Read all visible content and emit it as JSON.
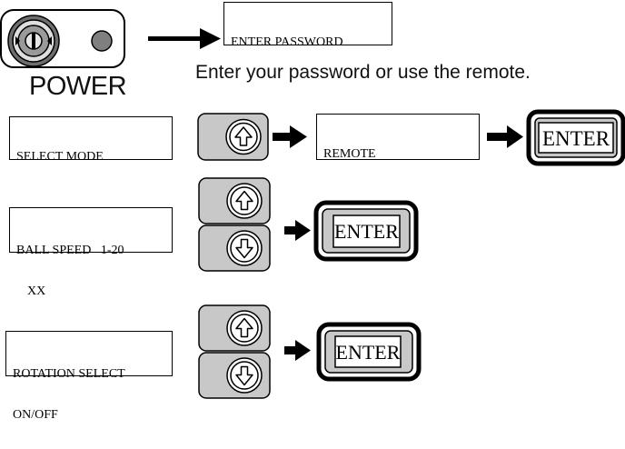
{
  "power_panel": {
    "label": "POWER"
  },
  "screens": {
    "password": "ENTER PASSWORD",
    "select_mode": "SELECT MODE",
    "remote": "REMOTE",
    "ball_speed_line1": "BALL SPEED   1-20",
    "ball_speed_line2": "XX",
    "rotation_line1": "ROTATION SELECT",
    "rotation_line2": "ON/OFF"
  },
  "instruction": "Enter your password or use the remote.",
  "enter_buttons": {
    "mode": "ENTER",
    "speed": "ENTER",
    "rotation": "ENTER"
  },
  "icons": {
    "power": "power-switch-icon",
    "light": "indicator-light-icon",
    "up": "up-arrow-icon",
    "down": "down-arrow-icon",
    "arrow": "right-arrow-icon"
  },
  "colors": {
    "button_fill": "#c8c8c8",
    "indicator_fill": "#7f7f7f",
    "line": "#000000"
  }
}
